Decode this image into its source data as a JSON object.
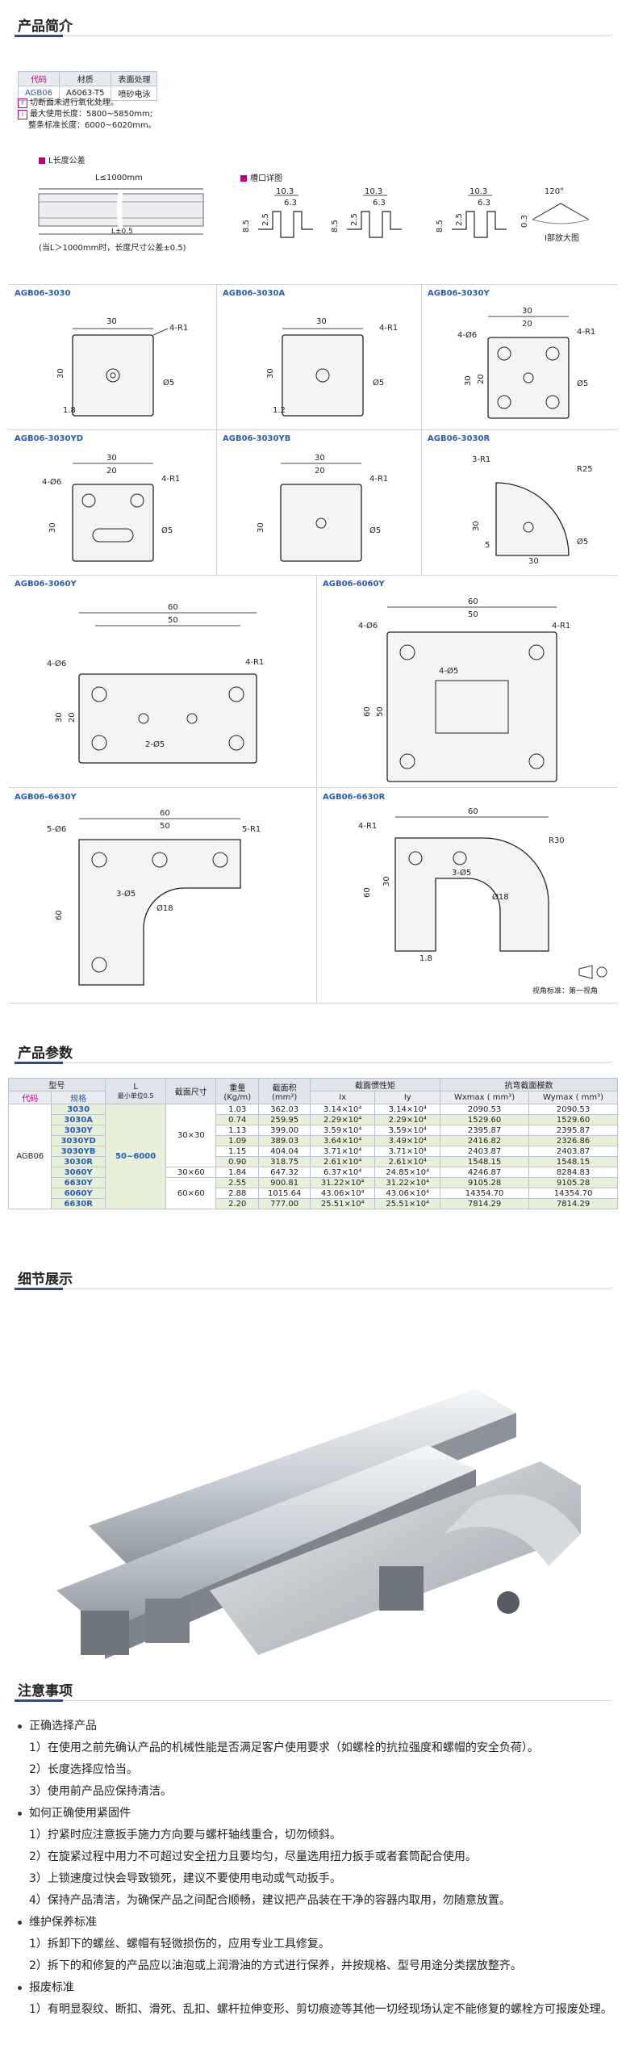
{
  "sections": {
    "intro": "产品简介",
    "params": "产品参数",
    "detail": "细节展示",
    "notice": "注意事项"
  },
  "spec_table": {
    "headers": [
      "代码",
      "材质",
      "表面处理"
    ],
    "row": [
      "AGB06",
      "A6063-T5",
      "喷砂电泳"
    ]
  },
  "intro_notes": [
    "切断面未进行氧化处理。",
    "最大使用长度：5800~5850mm;",
    "整条标准长度：6000~6020mm。"
  ],
  "length_tol": {
    "title": "L长度公差",
    "range": "L≤1000mm",
    "total": "L±0.5",
    "note": "(当L＞1000mm时，长度尺寸公差±0.5)"
  },
  "slot": {
    "title": "槽口详图",
    "d1": "10.3",
    "d2": "6.3",
    "d3": "8.5",
    "d4": "2.5",
    "d5": "0.3",
    "angle": "120°",
    "zoom": "I部放大图"
  },
  "profiles": [
    {
      "name": "AGB06-3030",
      "dims": [
        "30",
        "4-R1",
        "30",
        "Ø5",
        "1.8"
      ]
    },
    {
      "name": "AGB06-3030A",
      "dims": [
        "30",
        "4-R1",
        "30",
        "Ø5",
        "1.2"
      ]
    },
    {
      "name": "AGB06-3030Y",
      "dims": [
        "30",
        "20",
        "4-Ø6",
        "4-R1",
        "20",
        "30",
        "Ø5"
      ]
    },
    {
      "name": "AGB06-3030YD",
      "dims": [
        "30",
        "20",
        "4-Ø6",
        "4-R1",
        "30",
        "Ø5"
      ]
    },
    {
      "name": "AGB06-3030YB",
      "dims": [
        "30",
        "20",
        "4-R1",
        "30",
        "Ø5"
      ]
    },
    {
      "name": "AGB06-3030R",
      "dims": [
        "3-R1",
        "R25",
        "30",
        "5",
        "Ø5",
        "30"
      ]
    },
    {
      "name": "AGB06-3060Y",
      "dims": [
        "60",
        "50",
        "4-Ø6",
        "4-R1",
        "2-Ø5",
        "30",
        "20"
      ]
    },
    {
      "name": "AGB06-6060Y",
      "dims": [
        "60",
        "50",
        "4-Ø6",
        "4-R1",
        "4-Ø5",
        "60",
        "50"
      ]
    },
    {
      "name": "AGB06-6630Y",
      "dims": [
        "60",
        "50",
        "5-Ø6",
        "5-R1",
        "3-Ø5",
        "Ø18",
        "60"
      ]
    },
    {
      "name": "AGB06-6630R",
      "dims": [
        "60",
        "4-R1",
        "R30",
        "3-Ø5",
        "Ø18",
        "60",
        "30",
        "1.8"
      ]
    }
  ],
  "view_label": "视角标准：第一视角",
  "params_table": {
    "h_type": "型号",
    "h_code": "代码",
    "h_spec": "规格",
    "h_L": "L",
    "h_L2": "最小单位0.5",
    "h_sec": "截面尺寸",
    "h_w": "重量",
    "h_w2": "(Kg/m)",
    "h_a": "截面积",
    "h_a2": "(mm²)",
    "h_i": "截面惯性矩",
    "h_ix": "Ix",
    "h_iy": "Iy",
    "h_m": "抗弯截面模数",
    "h_mx": "Wxmax ( mm³)",
    "h_my": "Wymax ( mm³)",
    "code": "AGB06",
    "L": "50~6000",
    "sec1": "30×30",
    "sec2": "30×60",
    "sec3": "60×60",
    "rows": [
      [
        "3030",
        "1.03",
        "362.03",
        "3.14×10⁴",
        "3.14×10⁴",
        "2090.53",
        "2090.53"
      ],
      [
        "3030A",
        "0.74",
        "259.95",
        "2.29×10⁴",
        "2.29×10⁴",
        "1529.60",
        "1529.60"
      ],
      [
        "3030Y",
        "1.13",
        "399.00",
        "3.59×10⁴",
        "3.59×10⁴",
        "2395.87",
        "2395.87"
      ],
      [
        "3030YD",
        "1.09",
        "389.03",
        "3.64×10⁴",
        "3.49×10⁴",
        "2416.82",
        "2326.86"
      ],
      [
        "3030YB",
        "1.15",
        "404.04",
        "3.71×10⁴",
        "3.71×10⁴",
        "2403.87",
        "2403.87"
      ],
      [
        "3030R",
        "0.90",
        "318.75",
        "2.61×10⁴",
        "2.61×10⁴",
        "1548.15",
        "1548.15"
      ],
      [
        "3060Y",
        "1.84",
        "647.32",
        "6.37×10⁴",
        "24.85×10⁴",
        "4246.87",
        "8284.83"
      ],
      [
        "6630Y",
        "2.55",
        "900.81",
        "31.22×10⁴",
        "31.22×10⁴",
        "9105.28",
        "9105.28"
      ],
      [
        "6060Y",
        "2.88",
        "1015.64",
        "43.06×10⁴",
        "43.06×10⁴",
        "14354.70",
        "14354.70"
      ],
      [
        "6630R",
        "2.20",
        "777.00",
        "25.51×10⁴",
        "25.51×10⁴",
        "7814.29",
        "7814.29"
      ]
    ]
  },
  "notice": [
    {
      "head": "正确选择产品",
      "items": [
        "1）在使用之前先确认产品的机械性能是否满足客户使用要求（如螺栓的抗拉强度和螺帽的安全负荷）。",
        "2）长度选择应恰当。",
        "3）使用前产品应保持清洁。"
      ]
    },
    {
      "head": "如何正确使用紧固件",
      "items": [
        "1）拧紧时应注意扳手施力方向要与螺杆轴线重合，切勿倾斜。",
        "2）在旋紧过程中用力不可超过安全扭力且要均匀，尽量选用扭力扳手或者套筒配合使用。",
        "3）上锁速度过快会导致锁死，建议不要使用电动或气动扳手。",
        "4）保持产品清洁，为确保产品之间配合顺畅，建议把产品装在干净的容器内取用，勿随意放置。"
      ]
    },
    {
      "head": "维护保养标准",
      "items": [
        "1）拆卸下的螺丝、螺帽有轻微损伤的，应用专业工具修复。",
        "2）拆下的和修复的产品应以油泡或上润滑油的方式进行保养，并按规格、型号用途分类摆放整齐。"
      ]
    },
    {
      "head": "报废标准",
      "items": [
        "1）有明显裂纹、断扣、滑死、乱扣、螺杆拉伸变形、剪切痕迹等其他一切经现场认定不能修复的螺栓方可报废处理。"
      ]
    }
  ]
}
